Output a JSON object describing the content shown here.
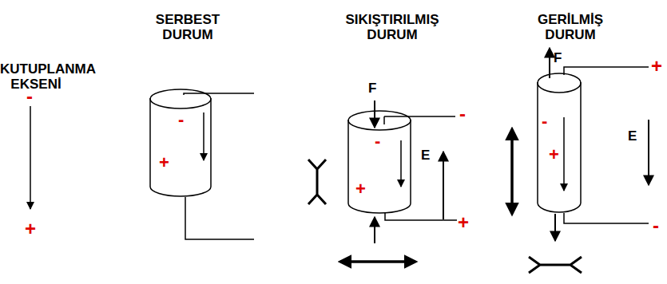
{
  "diagram": {
    "nodes": [
      {
        "text": [
          "-",
          "+"
        ]
      },
      {
        "text": [
          "-",
          "+"
        ]
      },
      {
        "text": [
          "-",
          "+"
        ]
      }
    ],
    "labels": [
      "KUTUPLANMA EKSENİ",
      "SERBEST DURUM",
      "SIKIŞTIRILMIŞ DURUM",
      "GERİLMİŞ DURUM",
      "-",
      "+",
      "F",
      "-",
      "+",
      "E",
      "F",
      "+",
      "E",
      "-"
    ]
  }
}
